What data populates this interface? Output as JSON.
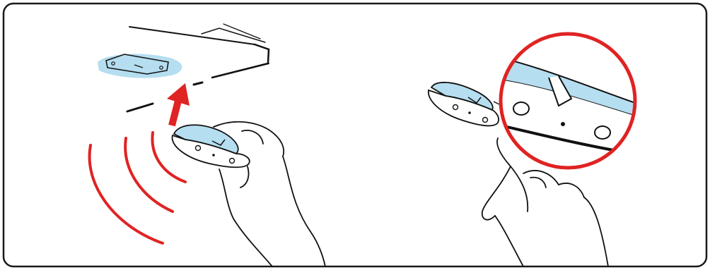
{
  "colors": {
    "frame_border": "#1a1a1a",
    "ink": "#111111",
    "accent_red": "#e02323",
    "highlight_blue": "#b5def0",
    "background": "#ffffff"
  },
  "panels": [
    {
      "id": "step-mount-tag",
      "icons": [
        "ceiling-edge",
        "mount-outline-icon",
        "up-arrow-icon",
        "signal-waves-icon",
        "hand-holding-tag-icon"
      ]
    },
    {
      "id": "step-press-button",
      "icons": [
        "tag-device-icon",
        "magnifier-circle-icon",
        "pointing-finger-icon"
      ]
    }
  ]
}
